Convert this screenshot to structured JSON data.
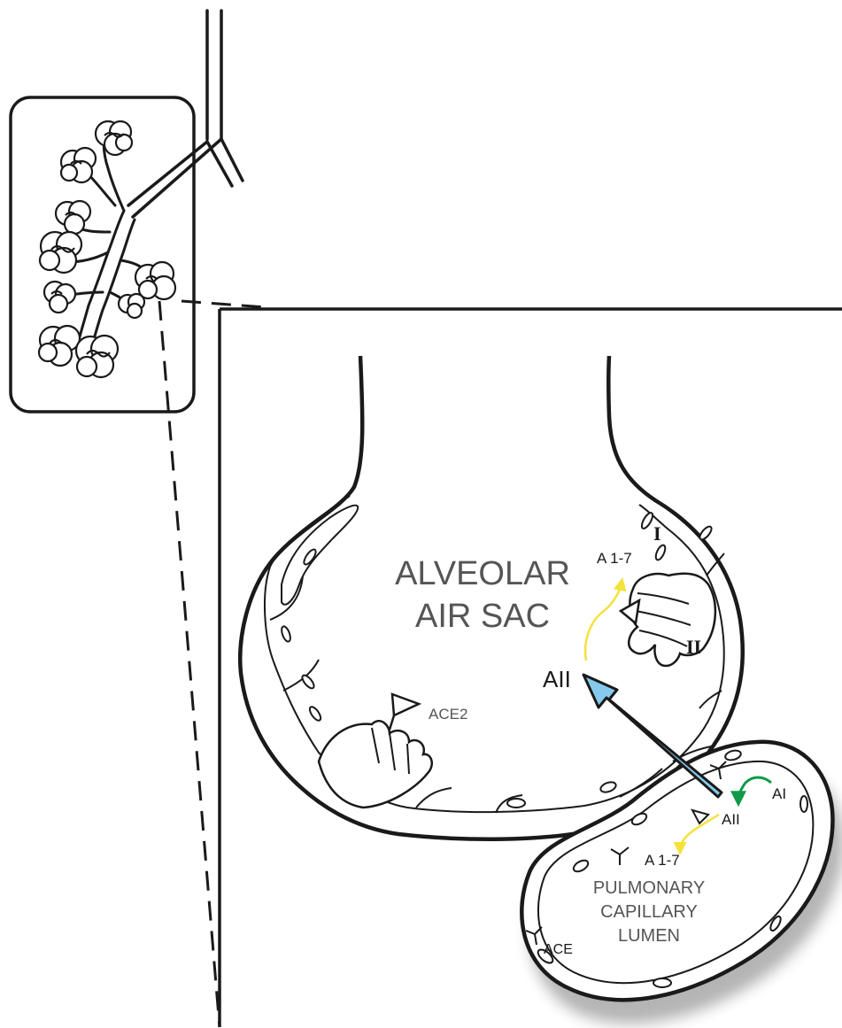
{
  "labels": {
    "air_sac_line1": "ALVEOLAR",
    "air_sac_line2": "AIR SAC",
    "ace2": "ACE2",
    "ang2_alveolar": "AII",
    "ang17_alveolar": "A 1-7",
    "type1_cell": "I",
    "type2_cell": "II",
    "ang1_capillary": "AI",
    "ang2_capillary": "AII",
    "ang17_capillary": "A 1-7",
    "capillary_line1": "PULMONARY",
    "capillary_line2": "CAPILLARY",
    "capillary_line3": "LUMEN",
    "ace": "ACE"
  },
  "colors": {
    "outline": "#1a1a1a",
    "label_gray": "#555555",
    "transport_arrow": "#86c9ec",
    "conversion_ace2_arrow": "#f5e23a",
    "conversion_ace_arrow": "#0e9a48"
  }
}
